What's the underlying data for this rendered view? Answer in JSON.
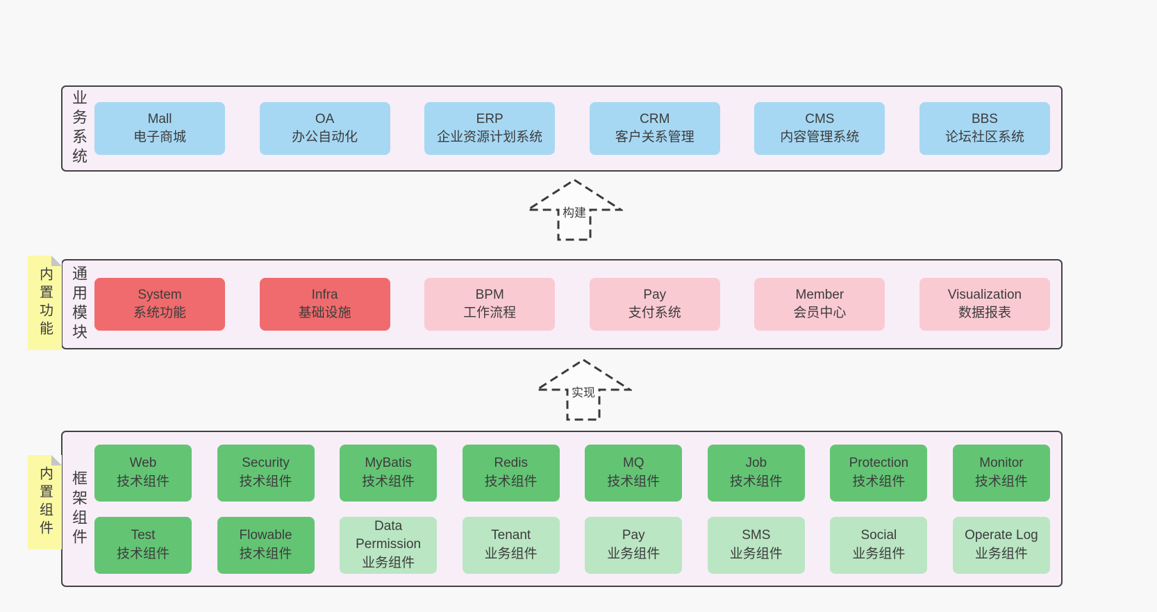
{
  "palette": {
    "page_bg": "#f8f8f8",
    "layer_bg": "#f8eef7",
    "layer_border": "#424242",
    "text": "#3c3c3c",
    "blue": "#a6d8f3",
    "red": "#f06b6d",
    "pink": "#facad3",
    "green": "#63c574",
    "lightgreen": "#bae6c3",
    "note_yellow": "#fbf9a3",
    "note_fold": "#c6c6c6",
    "arrow_fill": "#fcfcfc",
    "arrow_stroke": "#3a3a3a"
  },
  "layers": [
    {
      "id": "business-systems",
      "label": "业务系统",
      "rows": [
        [
          {
            "name": "Mall",
            "desc": "电子商城",
            "color": "blue"
          },
          {
            "name": "OA",
            "desc": "办公自动化",
            "color": "blue"
          },
          {
            "name": "ERP",
            "desc": "企业资源计划系统",
            "color": "blue"
          },
          {
            "name": "CRM",
            "desc": "客户关系管理",
            "color": "blue"
          },
          {
            "name": "CMS",
            "desc": "内容管理系统",
            "color": "blue"
          },
          {
            "name": "BBS",
            "desc": "论坛社区系统",
            "color": "blue"
          }
        ]
      ]
    },
    {
      "id": "common-modules",
      "label": "通用模块",
      "rows": [
        [
          {
            "name": "System",
            "desc": "系统功能",
            "color": "red"
          },
          {
            "name": "Infra",
            "desc": "基础设施",
            "color": "red"
          },
          {
            "name": "BPM",
            "desc": "工作流程",
            "color": "pink"
          },
          {
            "name": "Pay",
            "desc": "支付系统",
            "color": "pink"
          },
          {
            "name": "Member",
            "desc": "会员中心",
            "color": "pink"
          },
          {
            "name": "Visualization",
            "desc": "数据报表",
            "color": "pink"
          }
        ]
      ]
    },
    {
      "id": "framework-components",
      "label": "框架组件",
      "rows": [
        [
          {
            "name": "Web",
            "desc": "技术组件",
            "color": "green"
          },
          {
            "name": "Security",
            "desc": "技术组件",
            "color": "green"
          },
          {
            "name": "MyBatis",
            "desc": "技术组件",
            "color": "green"
          },
          {
            "name": "Redis",
            "desc": "技术组件",
            "color": "green"
          },
          {
            "name": "MQ",
            "desc": "技术组件",
            "color": "green"
          },
          {
            "name": "Job",
            "desc": "技术组件",
            "color": "green"
          },
          {
            "name": "Protection",
            "desc": "技术组件",
            "color": "green"
          },
          {
            "name": "Monitor",
            "desc": "技术组件",
            "color": "green"
          }
        ],
        [
          {
            "name": "Test",
            "desc": "技术组件",
            "color": "green"
          },
          {
            "name": "Flowable",
            "desc": "技术组件",
            "color": "green"
          },
          {
            "name": "Data Permission",
            "desc": "业务组件",
            "color": "lightgreen"
          },
          {
            "name": "Tenant",
            "desc": "业务组件",
            "color": "lightgreen"
          },
          {
            "name": "Pay",
            "desc": "业务组件",
            "color": "lightgreen"
          },
          {
            "name": "SMS",
            "desc": "业务组件",
            "color": "lightgreen"
          },
          {
            "name": "Social",
            "desc": "业务组件",
            "color": "lightgreen"
          },
          {
            "name": "Operate Log",
            "desc": "业务组件",
            "color": "lightgreen"
          }
        ]
      ]
    }
  ],
  "notes": [
    {
      "label": "内置功能"
    },
    {
      "label": "内置组件"
    }
  ],
  "arrows": [
    {
      "label": "构建"
    },
    {
      "label": "实现"
    }
  ]
}
